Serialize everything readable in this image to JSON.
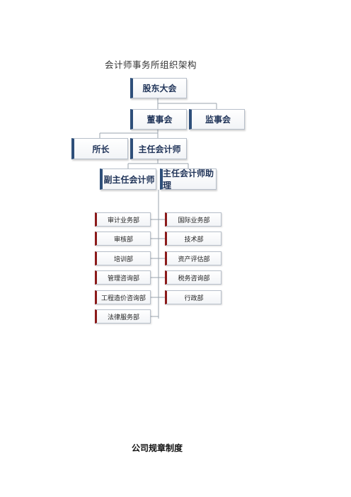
{
  "title": "会计师事务所组织架构",
  "footer": "公司规章制度",
  "org": {
    "shareholders": "股东大会",
    "board": "董事会",
    "supervisors": "监事会",
    "director": "所长",
    "chief_accountant": "主任会计师",
    "deputy_chief": "副主任会计师",
    "chief_assistant": "主任会计师助理"
  },
  "departments": {
    "left": [
      "审计业务部",
      "审核部",
      "培训部",
      "管理咨询部",
      "工程造价咨询部",
      "法律服务部"
    ],
    "right": [
      "国际业务部",
      "技术部",
      "资产评估部",
      "税务咨询部",
      "行政部"
    ]
  }
}
